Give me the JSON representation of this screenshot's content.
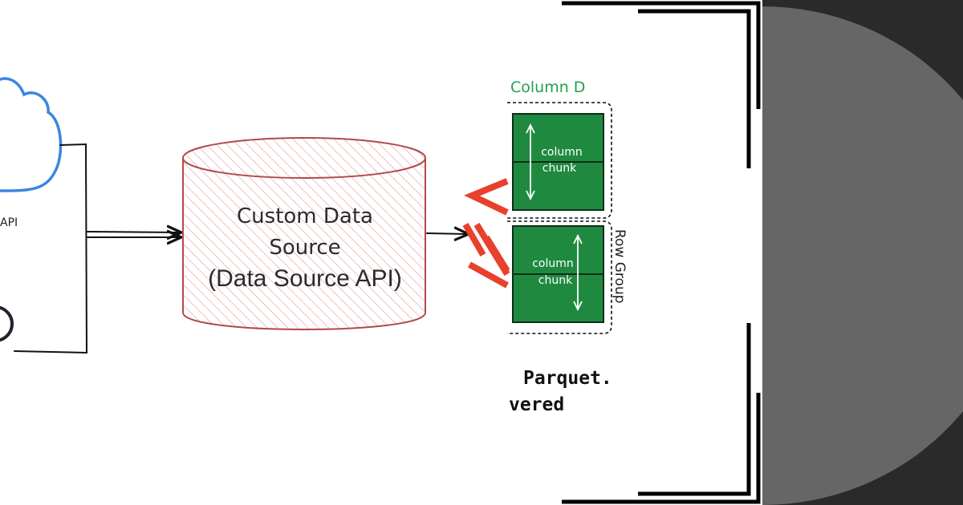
{
  "left_panel": {
    "api_label_fragment": "API"
  },
  "datasource": {
    "line1": "Custom Data",
    "line2": "Source",
    "line3": "(Data Source API)"
  },
  "parquet_panel": {
    "column_title": "Column D",
    "chunk_line1": "column",
    "chunk_line2": "chunk",
    "row_group_label": "Row Group",
    "caption_line1": "Parquet.",
    "caption_line2": "vered"
  },
  "colors": {
    "cloud_blue": "#3b86e0",
    "cylinder_stroke": "#b04a4a",
    "hatch_red": "#e8a4a4",
    "chunk_green": "#1f8a3f",
    "column_title_green": "#22a04b",
    "logo_red": "#e8402c",
    "dark_panel": "#2a2a2a",
    "half_circle": "#666666"
  },
  "icons": [
    "cloud-icon",
    "circle-icon",
    "parquet-logo-icon"
  ]
}
